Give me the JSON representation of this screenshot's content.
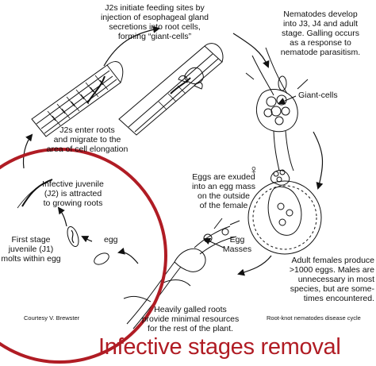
{
  "labels": {
    "j2_feeding": "J2s initiate feeding sites by\ninjection of esophageal gland\nsecretions into root cells,\nforming “giant-cells”",
    "nematodes_develop": "Nematodes develop\ninto J3, J4 and adult\nstage. Galling occurs\nas a response to\nnematode parasitism.",
    "giant_cells": "Giant-cells",
    "j2_enter_roots": "J2s enter roots\nand migrate to the\narea of cell elongation",
    "infective_juvenile": "Infective juvenile\n(J2) is attracted\nto growing roots",
    "eggs_exuded": "Eggs are exuded\ninto an egg mass\non the outside\nof the female",
    "female_symbol": "♀",
    "first_stage": "First stage\njuvenile (J1)\nmolts within egg",
    "egg": "egg",
    "egg_masses": "Egg\nMasses",
    "adult_females": "Adult females produce\n>1000 eggs. Males are\nunnecessary in most\nspecies, but are some-\ntimes encountered.",
    "heavily_galled": "Heavily galled roots\nprovide minimal resources\nfor the rest of the plant.",
    "courtesy": "Courtesy V. Brewster",
    "cycle_title": "Root-knot nematodes disease cycle",
    "banner": "Infective stages removal"
  },
  "colors": {
    "highlight": "#b01c24",
    "ink": "#111111"
  }
}
